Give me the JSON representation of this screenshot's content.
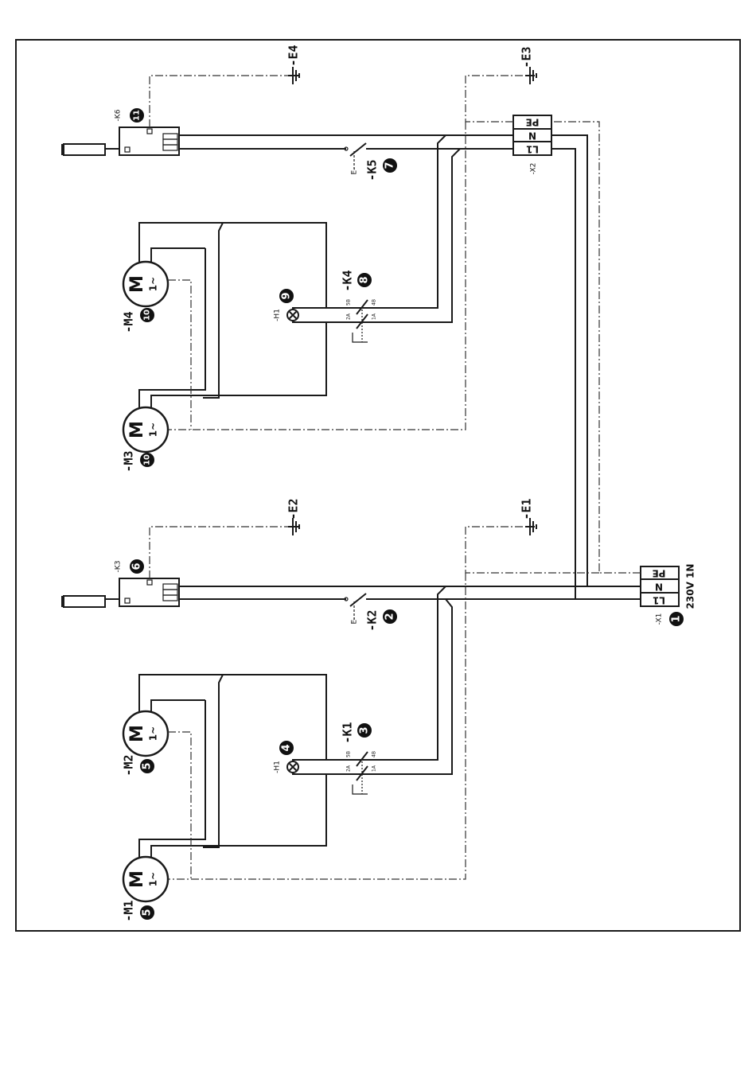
{
  "supply": {
    "label": "230V 1N",
    "terminal_x1": "-X1",
    "terminal_x2": "-X2",
    "terminals": [
      "PE",
      "N",
      "L1"
    ]
  },
  "earths": {
    "e1": "-E1",
    "e2": "-E2",
    "e3": "-E3",
    "e4": "-E4"
  },
  "contactors": {
    "k1": "-K1",
    "k2": "-K2",
    "k3": "-K3",
    "k4": "-K4",
    "k5": "-K5",
    "k6": "-K6"
  },
  "lamps": {
    "h1a": "-H1",
    "h1b": "-H1"
  },
  "motors": {
    "m1": "-M1",
    "m2": "-M2",
    "m3": "-M3",
    "m4": "-M4",
    "symbol": "M",
    "phase": "1~"
  },
  "contact_pins": {
    "p2a": "2A",
    "p5b": "5B",
    "p1a": "1A",
    "p4b": "4B"
  },
  "switch_prefix": "E-",
  "badges": {
    "b1": "1",
    "b2": "2",
    "b3": "3",
    "b4": "4",
    "b5": "5",
    "b6": "6",
    "b7": "7",
    "b8": "8",
    "b9": "9",
    "b10": "10",
    "b11": "11"
  }
}
